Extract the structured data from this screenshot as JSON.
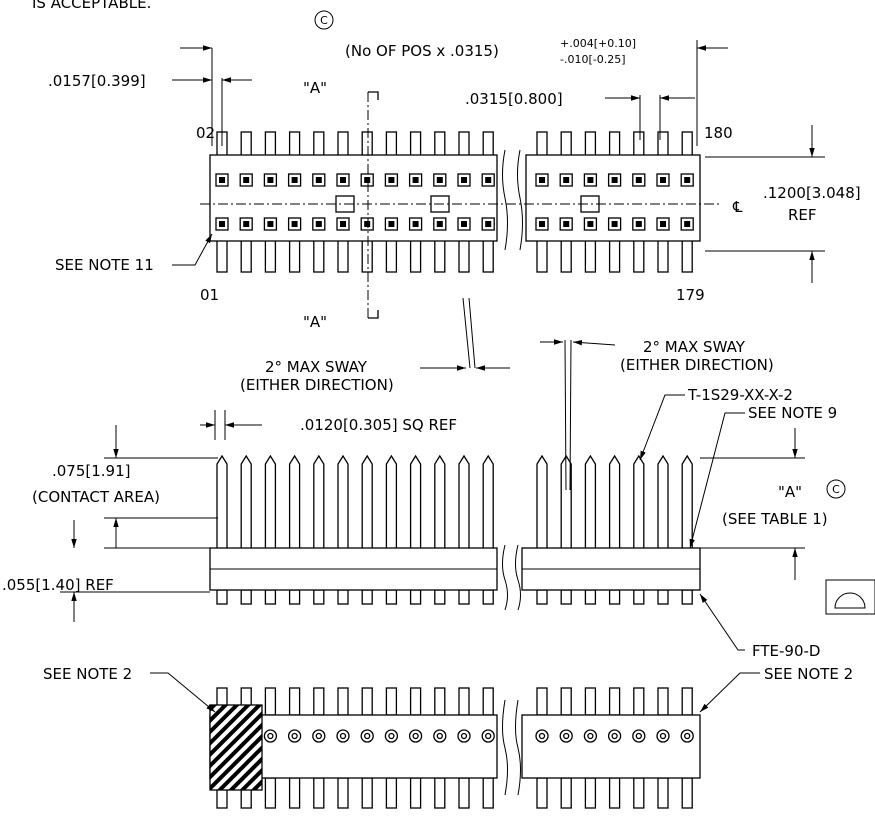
{
  "header_fragment": "IS ACCEPTABLE.",
  "revision_symbol": "C",
  "dim_overall": "(No OF POS x .0315)",
  "tol_plus": "+.004[+0.10]",
  "tol_minus": "-.010[-0.25]",
  "dim_end_offset": ".0157[0.399]",
  "dim_pitch": ".0315[0.800]",
  "dim_row_spacing": ".1200[3.048]",
  "ref": "REF",
  "section_marker": "\"A\"",
  "pos_first_top": "02",
  "pos_last_top": "180",
  "pos_first_bottom": "01",
  "pos_last_bottom": "179",
  "centerline": "℄",
  "note_11": "SEE NOTE 11",
  "sway": "2° MAX SWAY",
  "either_direction": "(EITHER DIRECTION)",
  "dim_square": ".0120[0.305] SQ REF",
  "part_terminal": "T-1S29-XX-X-2",
  "note_9": "SEE NOTE 9",
  "dim_contact": ".075[1.91]",
  "contact_area": "(CONTACT AREA)",
  "see_table": "(SEE TABLE 1)",
  "dim_body": ".055[1.40] REF",
  "part_body": "FTE-90-D",
  "note_2": "SEE NOTE 2"
}
